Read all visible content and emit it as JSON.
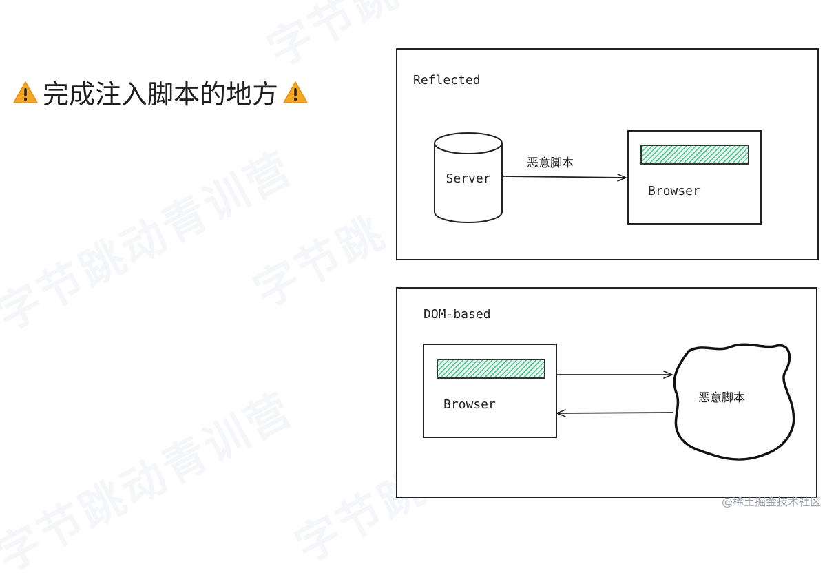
{
  "slide": {
    "title": "完成注入脚本的地方",
    "warning_icon": "warning-icon",
    "warning_color": "#f5a623"
  },
  "watermark": {
    "text_a": "字节跳动青训营",
    "text_b": "字节跳"
  },
  "reflected": {
    "label": "Reflected",
    "server_label": "Server",
    "arrow_label": "恶意脚本",
    "browser_label": "Browser"
  },
  "dom_based": {
    "label": "DOM-based",
    "browser_label": "Browser",
    "cloud_label": "恶意脚本"
  },
  "footer": {
    "credit": "@稀土掘金技术社区"
  },
  "colors": {
    "hatch_green": "#4cc38a",
    "line": "#222222"
  }
}
